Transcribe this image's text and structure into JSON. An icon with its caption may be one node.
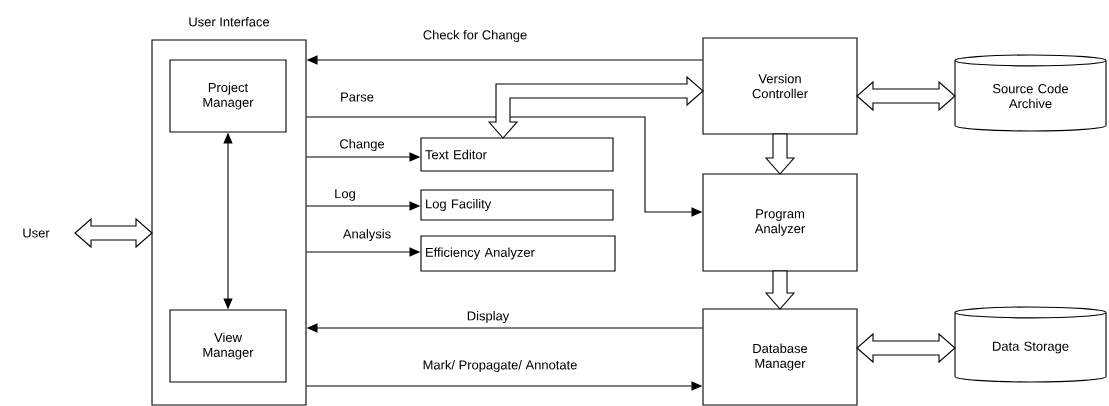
{
  "diagram": {
    "nodes": [
      {
        "text": [
          "User"
        ]
      },
      {
        "text": [
          "User Interface"
        ]
      },
      {
        "text": [
          "Project Manager"
        ],
        "in": 1
      },
      {
        "text": [
          "View Manager"
        ],
        "in": 1
      },
      {
        "text": [
          "Text Editor"
        ]
      },
      {
        "text": [
          "Log Facility"
        ]
      },
      {
        "text": [
          "Efficiency Analyzer"
        ]
      },
      {
        "text": [
          "Version Controller"
        ]
      },
      {
        "text": [
          "Source Code Archive"
        ]
      },
      {
        "text": [
          "Program Analyzer"
        ]
      },
      {
        "text": [
          "Database Manager"
        ]
      },
      {
        "text": [
          "Data Storage"
        ]
      }
    ],
    "edges": [
      {
        "from": 0,
        "to": 1,
        "arrow": "both",
        "style": "thick"
      },
      {
        "from": 2,
        "to": 3,
        "arrow": "both"
      },
      {
        "from": 7,
        "to": 1,
        "arrow": "to",
        "label": "Check for Change"
      },
      {
        "from": 1,
        "to": 4,
        "arrow": "to",
        "label": "Change"
      },
      {
        "from": 1,
        "to": 5,
        "arrow": "to",
        "label": "Log"
      },
      {
        "from": 1,
        "to": 6,
        "arrow": "to",
        "label": "Analysis"
      },
      {
        "from": 1,
        "to": 9,
        "arrow": "to",
        "label": "Parse"
      },
      {
        "from": 4,
        "to": 7,
        "arrow": "both",
        "style": "thick"
      },
      {
        "from": 7,
        "to": 8,
        "arrow": "both",
        "style": "thick"
      },
      {
        "from": 7,
        "to": 9,
        "arrow": "to",
        "style": "thick"
      },
      {
        "from": 9,
        "to": 10,
        "arrow": "to",
        "style": "thick"
      },
      {
        "from": 10,
        "to": 1,
        "arrow": "to",
        "label": "Display"
      },
      {
        "from": 1,
        "to": 10,
        "arrow": "to",
        "label": "Mark/ Propagate/ Annotate"
      },
      {
        "from": 10,
        "to": 11,
        "arrow": "both",
        "style": "thick"
      }
    ]
  }
}
